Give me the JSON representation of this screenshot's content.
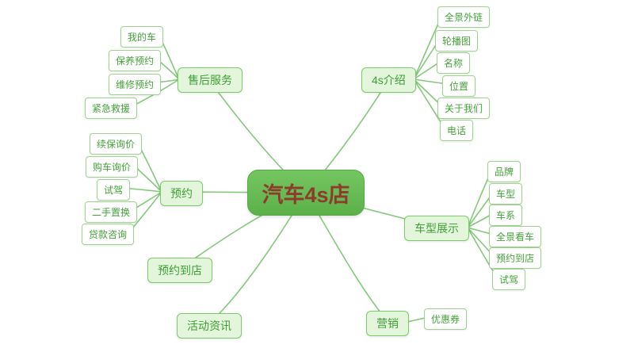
{
  "title": "汽车4s店",
  "colors": {
    "center_bg": "#5cb04a",
    "center_text": "#8e3b2c",
    "branch_bg": "#e3f6db",
    "branch_border": "#7cc96a",
    "branch_text": "#3f9e36",
    "leaf_bg": "#ffffff",
    "leaf_border": "#9ed48f",
    "leaf_text": "#44a23a",
    "connector_line": "#82c979"
  },
  "center": {
    "label": "汽车4s店"
  },
  "branches": [
    {
      "label": "售后服务",
      "children": [
        "我的车",
        "保养预约",
        "维修预约",
        "紧急救援"
      ]
    },
    {
      "label": "预约",
      "children": [
        "续保询价",
        "购车询价",
        "试驾",
        "二手置换",
        "贷款咨询"
      ]
    },
    {
      "label": "预约到店",
      "children": []
    },
    {
      "label": "活动资讯",
      "children": []
    },
    {
      "label": "4s介绍",
      "children": [
        "全景外链",
        "轮播图",
        "名称",
        "位置",
        "关于我们",
        "电话"
      ]
    },
    {
      "label": "车型展示",
      "children": [
        "品牌",
        "车型",
        "车系",
        "全景看车",
        "预约到店",
        "试驾"
      ]
    },
    {
      "label": "营销",
      "children": [
        "优惠券"
      ]
    }
  ]
}
